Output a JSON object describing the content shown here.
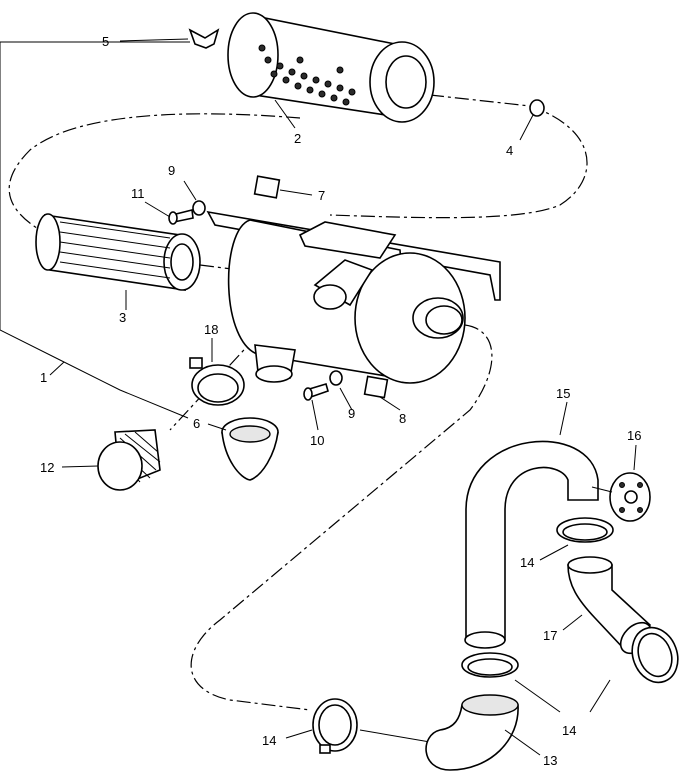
{
  "callouts": {
    "c1": "1",
    "c2": "2",
    "c3": "3",
    "c4": "4",
    "c5": "5",
    "c6": "6",
    "c7": "7",
    "c8": "8",
    "c9a": "9",
    "c9b": "9",
    "c10": "10",
    "c11": "11",
    "c12": "12",
    "c13": "13",
    "c14a": "14",
    "c14b": "14",
    "c14c": "14",
    "c15": "15",
    "c16": "16",
    "c17": "17",
    "c18": "18"
  },
  "icons": {
    "outer-filter": "cylinder-perforated-icon",
    "inner-filter": "cylinder-pleated-icon",
    "housing": "air-cleaner-housing-icon",
    "hose": "elbow-hose-icon",
    "clamp": "hose-clamp-icon"
  }
}
